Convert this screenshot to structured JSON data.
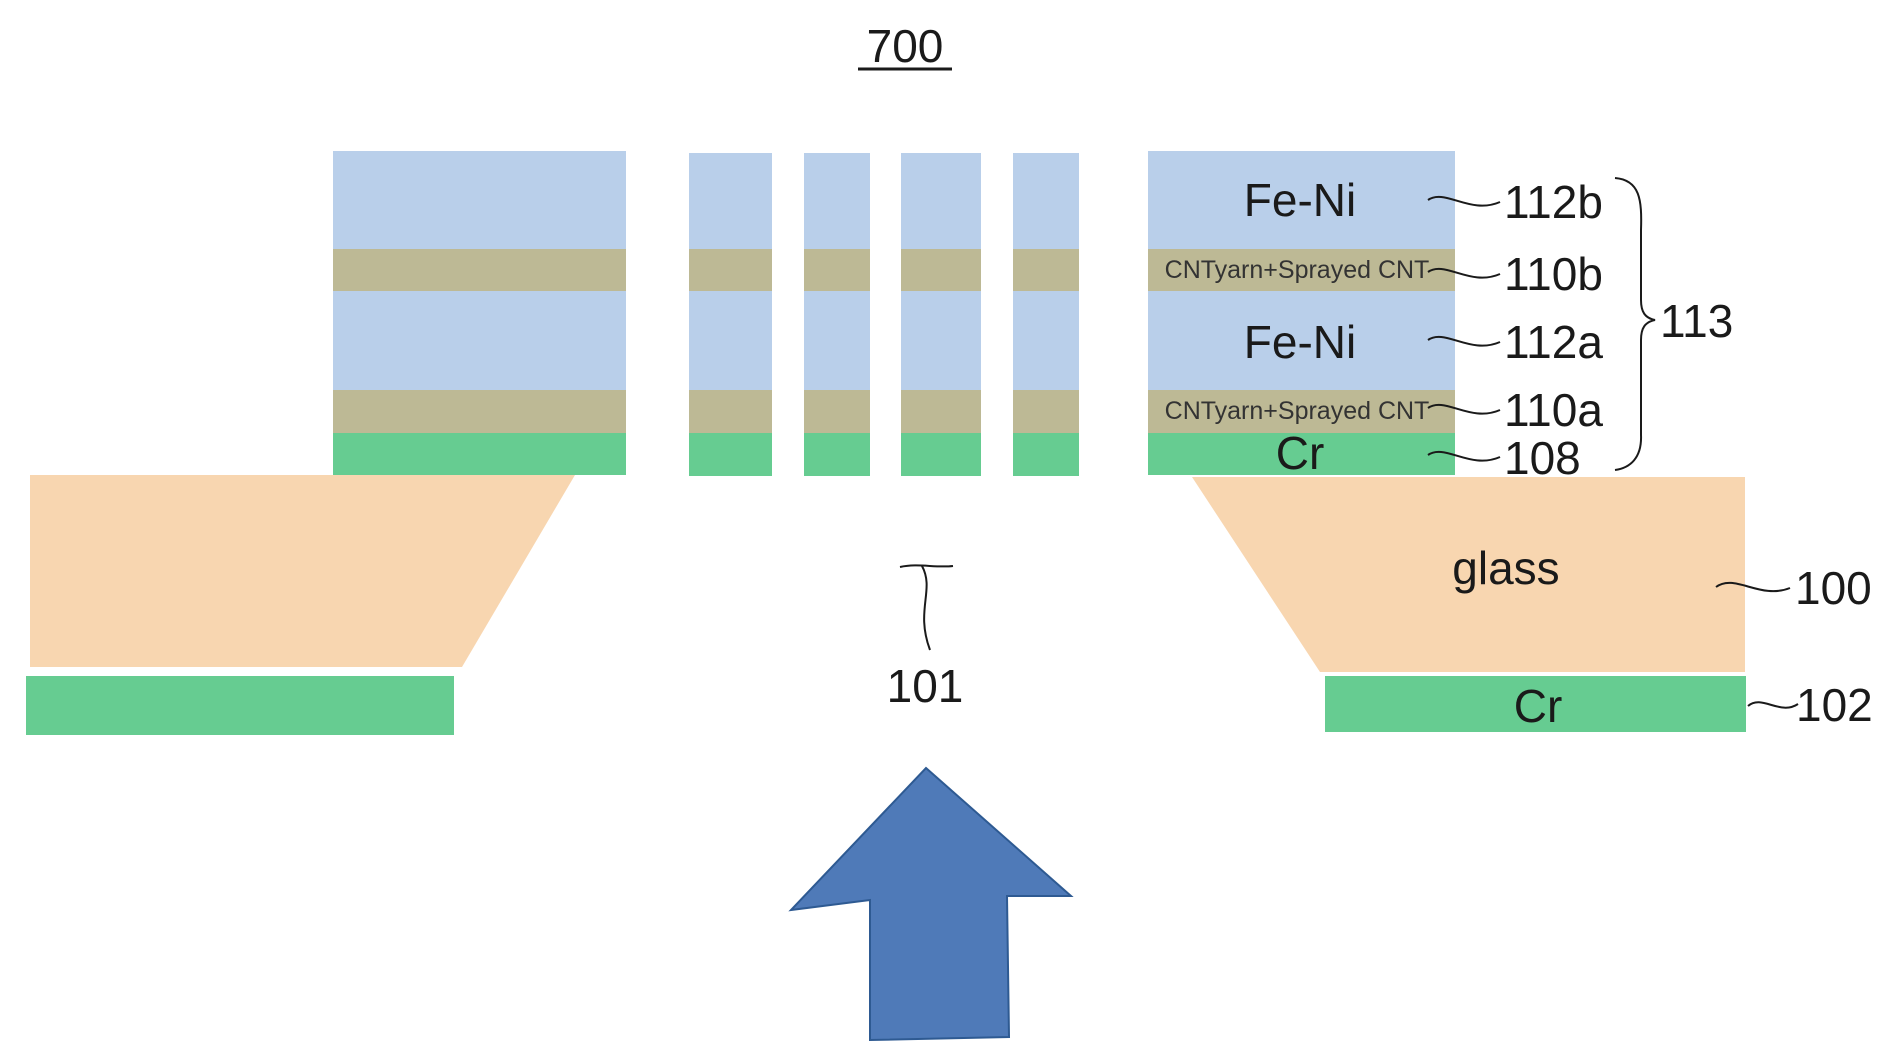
{
  "figure": {
    "number": "700",
    "labels": {
      "fe_ni_top": "Fe-Ni",
      "cnt_top": "CNTyarn+Sprayed CNT",
      "fe_ni_mid": "Fe-Ni",
      "cnt_bottom": "CNTyarn+Sprayed CNT",
      "cr_top": "Cr",
      "glass": "glass",
      "cr_bottom": "Cr"
    },
    "refs": {
      "r112b": "112b",
      "r110b": "110b",
      "r112a": "112a",
      "r110a": "110a",
      "r108": "108",
      "r113": "113",
      "r100": "100",
      "r102": "102",
      "r101": "101"
    }
  },
  "colors": {
    "fe_ni": "#b9cfea",
    "cnt": "#bdb995",
    "cr": "#66cc91",
    "glass": "#f8d6b0",
    "arrow": "#4f7ab8",
    "arrow_stroke": "#2e5a92"
  }
}
